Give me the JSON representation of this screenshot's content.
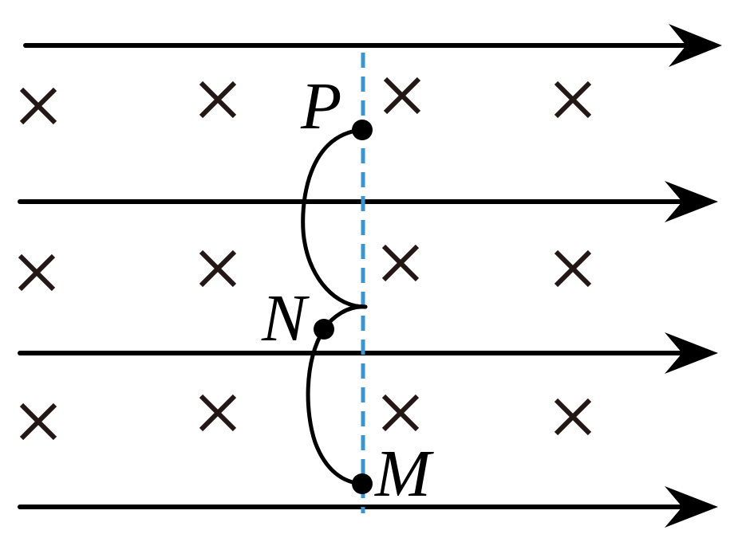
{
  "labels": {
    "P": "P",
    "N": "N",
    "M": "M"
  },
  "colors": {
    "field_lines": "#000000",
    "cross_marks": "#231815",
    "trajectory": "#000000",
    "dashed_line": "#3a95d0",
    "points": "#000000"
  },
  "symbols": {
    "magnetic_field_into_page": "cross-mark",
    "field_direction": "arrow-right"
  }
}
